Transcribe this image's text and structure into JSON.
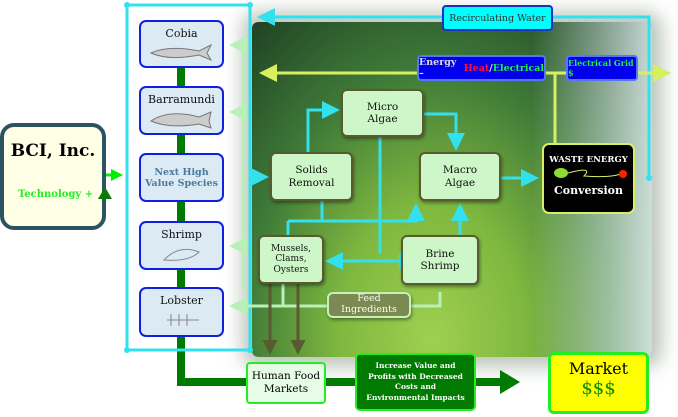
{
  "company": {
    "name": "BCI, Inc.",
    "technology": "Technology +"
  },
  "species": [
    {
      "label": "Cobia"
    },
    {
      "label": "Barramundi"
    },
    {
      "label": "Next High Value Species"
    },
    {
      "label": "Shrimp"
    },
    {
      "label": "Lobster"
    }
  ],
  "recirculating_water": "Recirculating Water",
  "energy": {
    "prefix": "Energy – ",
    "heat": "Heat",
    "slash": "/",
    "electrical": "Electrical"
  },
  "electrical_grid": "Electrical Grid $",
  "processes": {
    "micro_algae": "Micro Algae",
    "solids_removal": "Solids Removal",
    "macro_algae": "Macro Algae",
    "mussels": "Mussels, Clams, Oysters",
    "brine_shrimp": "Brine Shrimp",
    "feed_ingredients": "Feed Ingredients"
  },
  "waste_energy": {
    "title": "Waste Energy",
    "subtitle": "Conversion"
  },
  "human_food": "Human Food Markets",
  "value_statement": "Increase Value and Profits with Decreased Costs and Environmental Impacts",
  "market": {
    "title": "Market",
    "value": "$$$"
  },
  "colors": {
    "cyan": "#33e0ee",
    "yellow_line": "#d8f060",
    "dark_green": "#007a00",
    "light_green": "#b8f0b8",
    "market_yellow": "#ffff00"
  }
}
